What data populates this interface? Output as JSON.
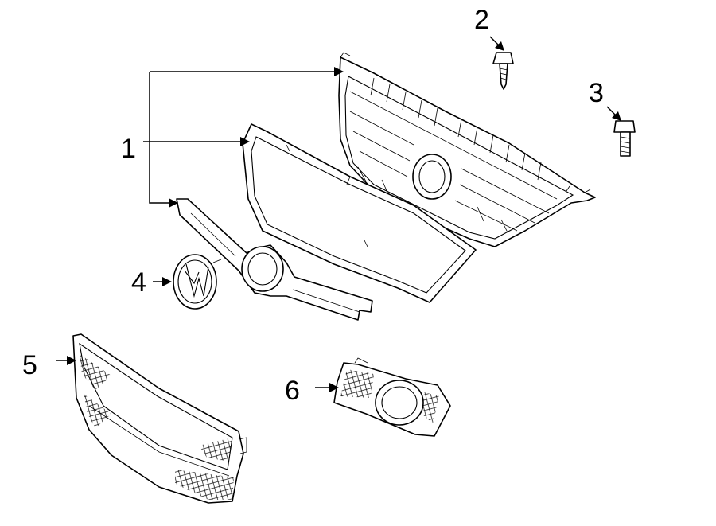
{
  "diagram": {
    "type": "exploded-parts-diagram",
    "callouts": [
      {
        "id": "1",
        "label": "1"
      },
      {
        "id": "2",
        "label": "2"
      },
      {
        "id": "3",
        "label": "3"
      },
      {
        "id": "4",
        "label": "4"
      },
      {
        "id": "5",
        "label": "5"
      },
      {
        "id": "6",
        "label": "6"
      }
    ]
  }
}
